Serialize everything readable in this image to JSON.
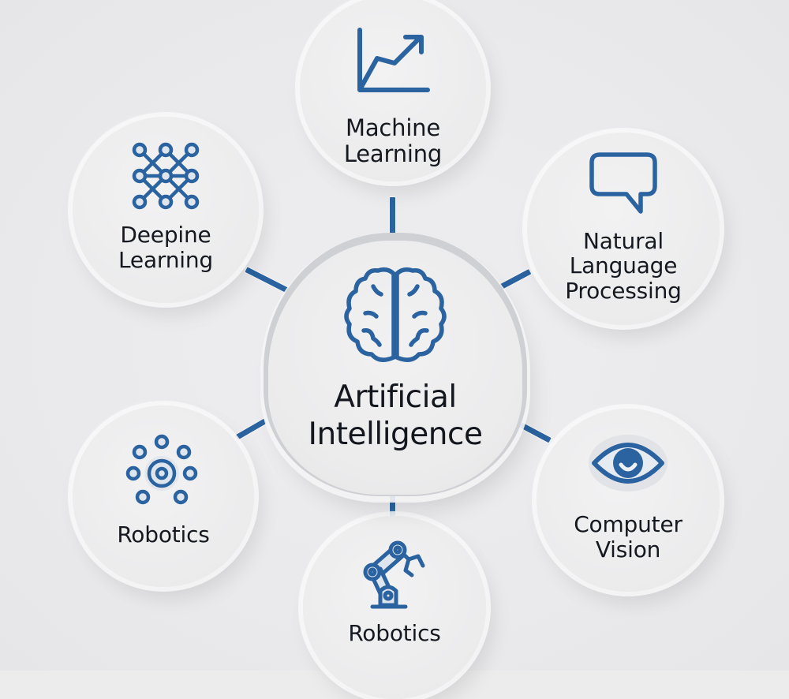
{
  "diagram": {
    "type": "hub-and-spoke",
    "accent_color": "#2a63a0",
    "background_color": "#ececed",
    "text_color": "#15191f",
    "center": {
      "title_lines": [
        "Artificial",
        "Intelligence"
      ],
      "icon": "brain-icon"
    },
    "nodes": [
      {
        "id": "machine-learning",
        "position": "top",
        "label_lines": [
          "Machine",
          "Learning"
        ],
        "icon": "line-chart-trend-up-icon"
      },
      {
        "id": "deep-learning",
        "position": "top-left",
        "label_lines": [
          "Deepine",
          "Learning"
        ],
        "icon": "neural-network-grid-icon"
      },
      {
        "id": "natural-language-processing",
        "position": "top-right",
        "label_lines": [
          "Natural",
          "Language",
          "Processing"
        ],
        "icon": "speech-bubble-icon"
      },
      {
        "id": "robotics-left",
        "position": "bottom-left",
        "label_lines": [
          "Robotics"
        ],
        "icon": "radial-nodes-icon"
      },
      {
        "id": "computer-vision",
        "position": "bottom-right",
        "label_lines": [
          "Computer",
          "Vision"
        ],
        "icon": "eye-icon"
      },
      {
        "id": "robotics-bottom",
        "position": "bottom",
        "label_lines": [
          "Robotics"
        ],
        "icon": "robot-arm-icon"
      }
    ]
  }
}
